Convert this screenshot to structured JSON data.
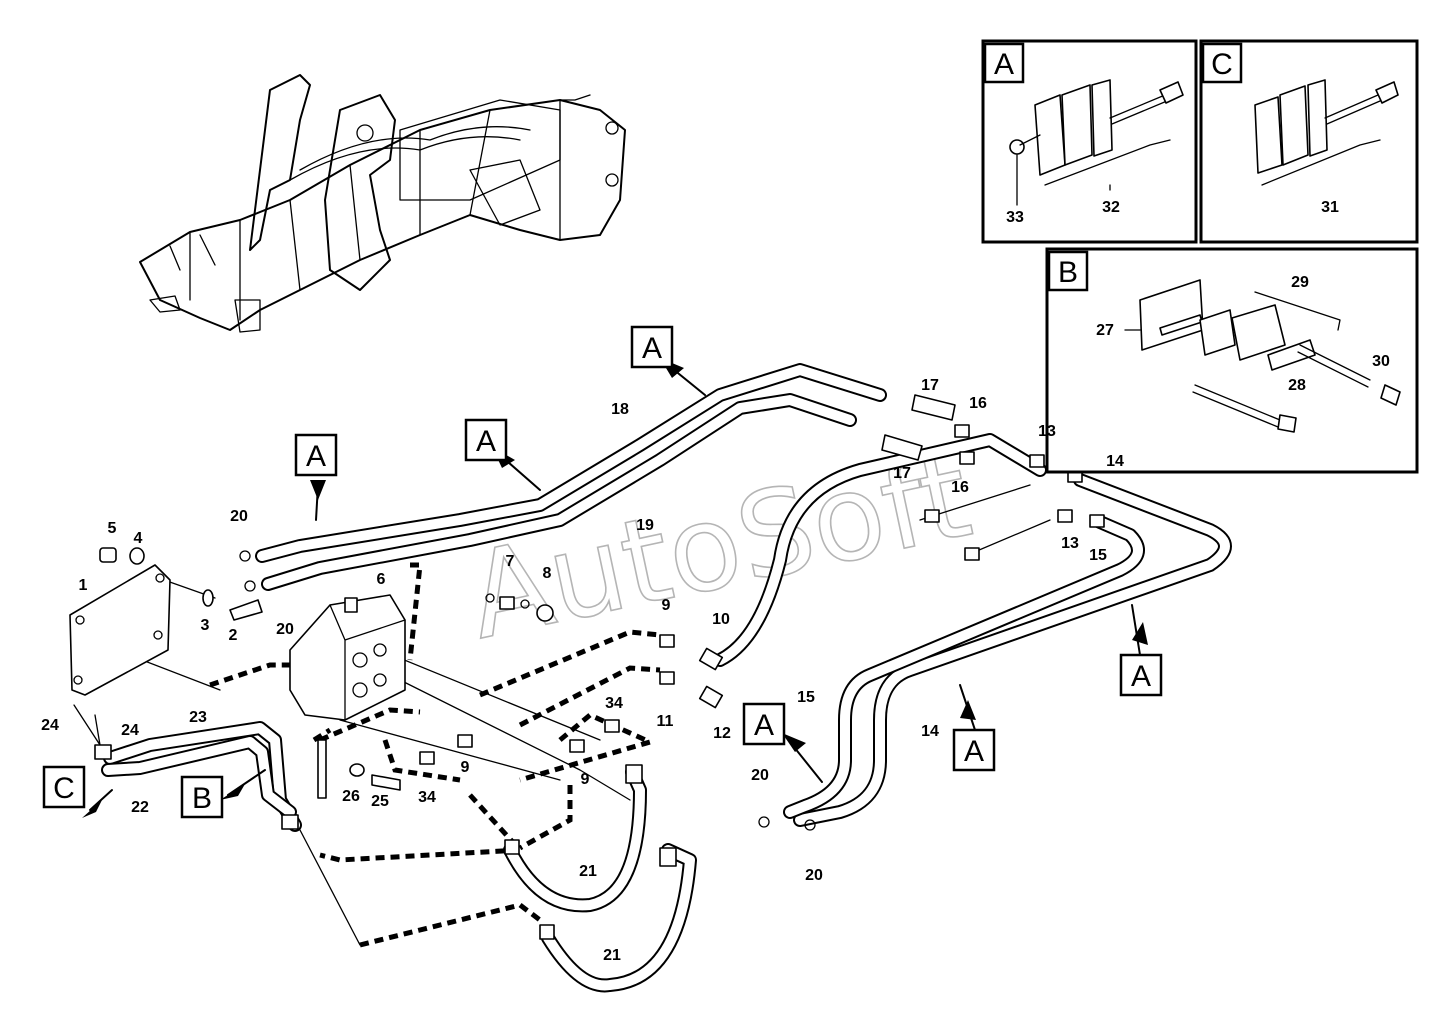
{
  "diagram": {
    "watermark": "AutoSoft",
    "callout_tags": [
      {
        "id": "tag-a-1",
        "letter": "A"
      },
      {
        "id": "tag-a-2",
        "letter": "A"
      },
      {
        "id": "tag-a-3",
        "letter": "A"
      },
      {
        "id": "tag-a-4",
        "letter": "A"
      },
      {
        "id": "tag-a-5",
        "letter": "A"
      },
      {
        "id": "tag-a-6",
        "letter": "A"
      },
      {
        "id": "tag-b-main",
        "letter": "B"
      },
      {
        "id": "tag-c-main",
        "letter": "C"
      }
    ],
    "detail_panels": {
      "a": {
        "letter": "A",
        "labels": [
          "33",
          "32"
        ]
      },
      "c": {
        "letter": "C",
        "labels": [
          "31"
        ]
      },
      "b": {
        "letter": "B",
        "labels": [
          "29",
          "27",
          "30",
          "28"
        ]
      }
    },
    "part_numbers": [
      "1",
      "2",
      "3",
      "4",
      "5",
      "6",
      "7",
      "8",
      "9",
      "9",
      "9",
      "10",
      "11",
      "12",
      "13",
      "13",
      "14",
      "14",
      "15",
      "15",
      "16",
      "16",
      "17",
      "17",
      "18",
      "19",
      "20",
      "20",
      "20",
      "20",
      "21",
      "21",
      "22",
      "23",
      "24",
      "24",
      "25",
      "26",
      "34",
      "34"
    ]
  }
}
